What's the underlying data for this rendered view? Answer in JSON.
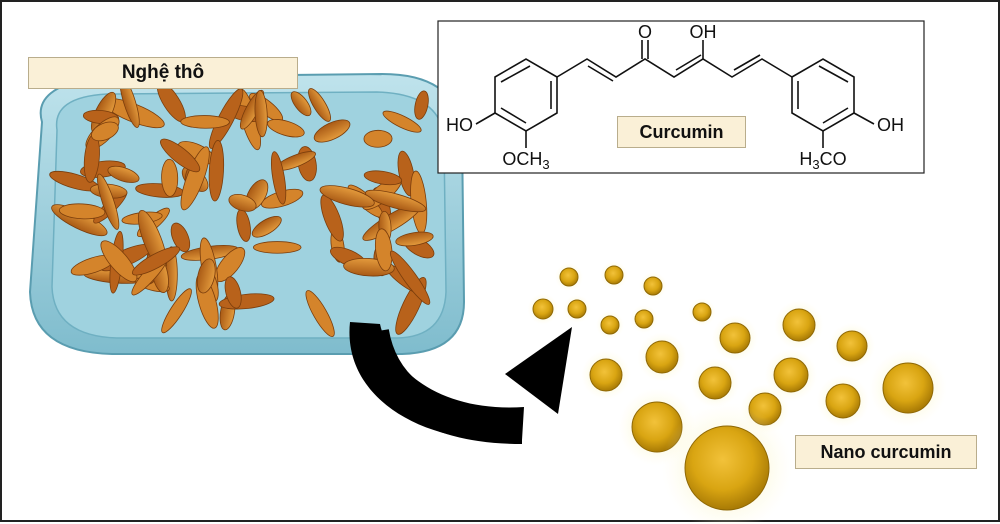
{
  "raw_turmeric": {
    "label": "Nghệ thô"
  },
  "structure": {
    "name": "Curcumin",
    "groups": {
      "carbonyl_o": "O",
      "enol_oh": "OH",
      "left_hydroxyl": "HO",
      "left_methoxy": "OCH3",
      "right_hydroxyl": "OH",
      "right_methoxy": "H3CO"
    }
  },
  "product": {
    "label": "Nano curcumin"
  },
  "colors": {
    "turmeric": "#c9741f",
    "tray": "#8cc7d6",
    "nanoparticle": "#d6a510",
    "arrow": "#000000",
    "label_bg": "#faf0d7"
  },
  "icons": [
    "turmeric-tray-photo",
    "curved-arrow-icon",
    "nanoparticle-cluster"
  ]
}
